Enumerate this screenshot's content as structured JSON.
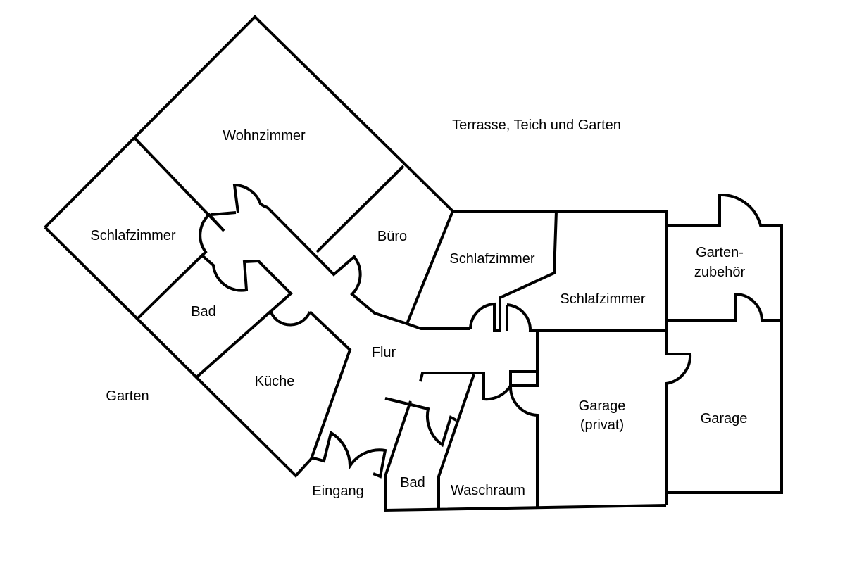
{
  "title": "Grundriss",
  "colors": {
    "wall": "#000000",
    "background": "#ffffff"
  },
  "labels": {
    "terrace": "Terrasse, Teich und Garten",
    "garden": "Garten",
    "living_room": "Wohnzimmer",
    "bedroom_left": "Schlafzimmer",
    "office": "Büro",
    "bedroom_middle": "Schlafzimmer",
    "bedroom_right": "Schlafzimmer",
    "garden_tools_line1": "Garten-",
    "garden_tools_line2": "zubehör",
    "bath_left": "Bad",
    "kitchen": "Küche",
    "hallway": "Flur",
    "entrance": "Eingang",
    "bath_bottom": "Bad",
    "laundry": "Waschraum",
    "garage_private_line1": "Garage",
    "garage_private_line2": "(privat)",
    "garage": "Garage"
  }
}
